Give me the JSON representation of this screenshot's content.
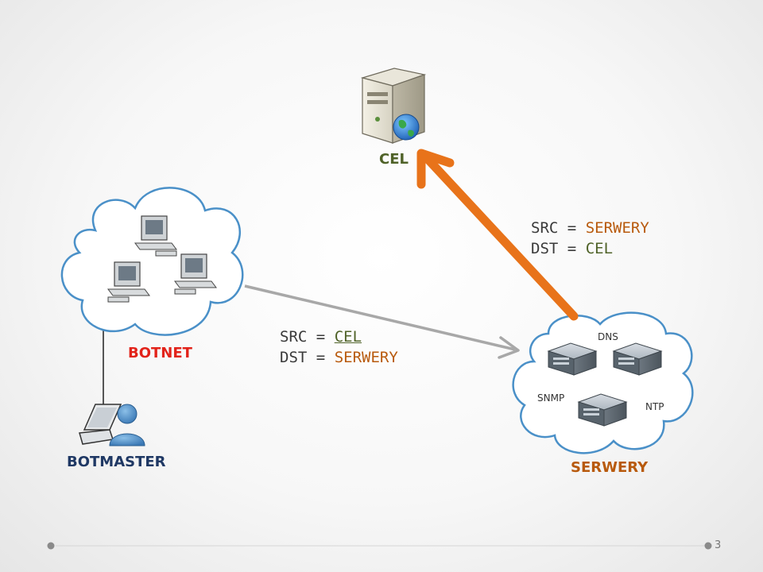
{
  "nodes": {
    "target": {
      "label": "CEL",
      "color": "#4f6228"
    },
    "botnet": {
      "label": "BOTNET",
      "color": "#e2231a"
    },
    "botmaster": {
      "label": "BOTMASTER",
      "color": "#1f3864"
    },
    "servers": {
      "label": "SERWERY",
      "color": "#b85a0d"
    }
  },
  "server_types": [
    "DNS",
    "SNMP",
    "NTP"
  ],
  "packet_request": {
    "src_key": "SRC",
    "eq": "=",
    "src_value": "CEL",
    "dst_key": "DST",
    "dst_value": "SERWERY"
  },
  "packet_reflected": {
    "src_key": "SRC",
    "eq": "=",
    "src_value": "SERWERY",
    "dst_key": "DST",
    "dst_value": "CEL"
  },
  "colors": {
    "cloud_stroke": "#4a90c8",
    "gray_arrow": "#a8a8a8",
    "orange_arrow": "#e8731a",
    "value_cel": "#4f6228",
    "value_serwery": "#b85a0d"
  },
  "page_number": "3"
}
